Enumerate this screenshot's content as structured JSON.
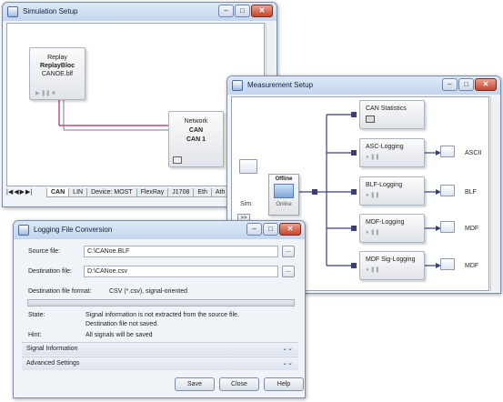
{
  "sim": {
    "title": "Simulation Setup",
    "replay": {
      "line1": "Replay",
      "line2": "ReplayBloc",
      "line3": "CANOE.blf"
    },
    "network": {
      "line1": "Network",
      "line2": "CAN",
      "line3": "CAN 1"
    },
    "tabs": [
      "CAN",
      "LIN",
      "Device: MOST",
      "FlexRay",
      "J1708",
      "Eth",
      "Ath"
    ]
  },
  "meas": {
    "title": "Measurement Setup",
    "offline": {
      "label": "Offline",
      "sub": "Online"
    },
    "sim_label": "Sim.",
    "expand": ">>",
    "blocks": [
      "CAN Statistics",
      "ASC-Logging",
      "BLF-Logging",
      "MDF-Logging",
      "MDF Sig-Logging"
    ],
    "outputs": [
      "ASCII",
      "BLF",
      "MDF",
      "MDF"
    ]
  },
  "log": {
    "title": "Logging File Conversion",
    "source_label": "Source file:",
    "source_value": "C:\\CANoe.BLF",
    "dest_label": "Destination file:",
    "dest_value": "D:\\CANoe.csv",
    "format_label": "Destination file format:",
    "format_value": "CSV (*.csv), signal-oriented",
    "state_label": "State:",
    "state_line1": "Signal information is not extracted from the source file.",
    "state_line2": "Destination file not saved.",
    "hint_label": "Hint:",
    "hint_value": "All signals will be saved",
    "section1": "Signal Information",
    "section2": "Advanced Settings",
    "save": "Save",
    "close": "Close",
    "help": "Help",
    "browse": "..."
  }
}
